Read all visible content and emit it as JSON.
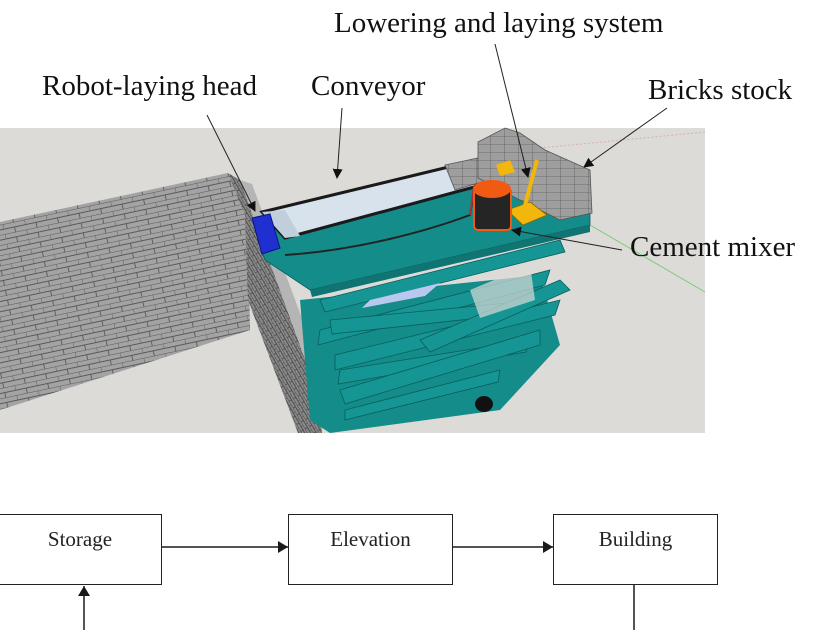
{
  "figure": {
    "rendering_labels": {
      "lowering_system": "Lowering and laying system",
      "robot_head": "Robot-laying head",
      "conveyor": "Conveyor",
      "bricks_stock": "Bricks stock",
      "cement_mixer": "Cement mixer"
    },
    "colors": {
      "scene_background": "#dcdbd8",
      "platform_teal": "#138c8a",
      "brick_gray": "#9c9c9c",
      "conveyor_surface": "#d8e2ec",
      "robot_head_blue": "#1f2fd0",
      "mixer_orange": "#f05a12",
      "laying_arm_yellow": "#f2b70d"
    }
  },
  "flowchart": {
    "nodes": [
      {
        "id": "storage",
        "label": "Storage"
      },
      {
        "id": "elevation",
        "label": "Elevation"
      },
      {
        "id": "building",
        "label": "Building"
      }
    ],
    "edges": [
      {
        "from": "storage",
        "to": "elevation"
      },
      {
        "from": "elevation",
        "to": "building"
      },
      {
        "from": "building",
        "to": "storage",
        "note": "loop continues below visible area"
      }
    ]
  }
}
